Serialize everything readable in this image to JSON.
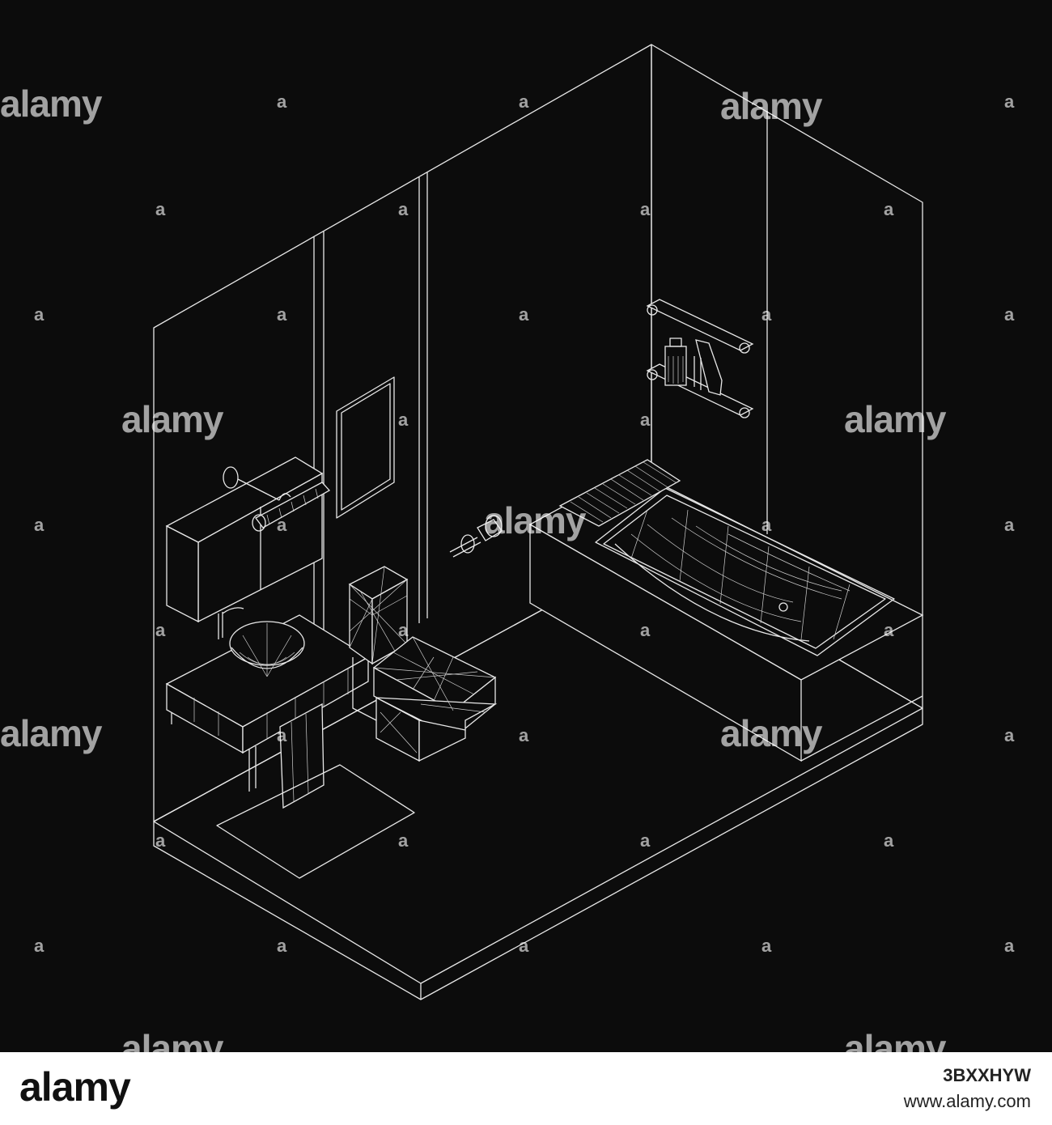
{
  "watermark": {
    "brand": "alamy",
    "mark": "a"
  },
  "footer": {
    "logo": "alamy",
    "image_id": "3BXXHYW",
    "site": "www.alamy.com"
  },
  "colors": {
    "background": "#0c0c0c",
    "line": "#e8e8e8",
    "footer": "#ffffff"
  }
}
